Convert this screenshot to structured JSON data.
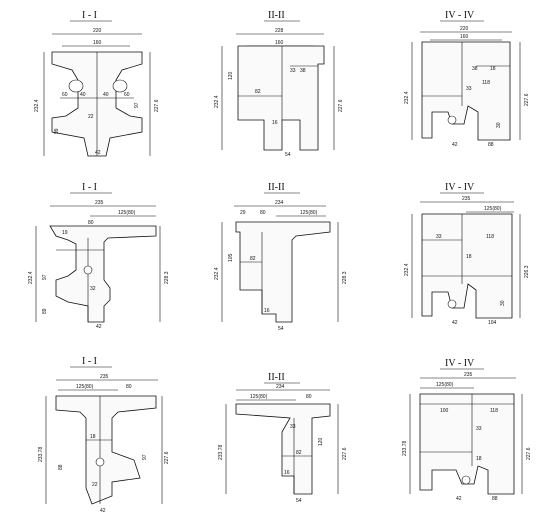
{
  "panels": [
    {
      "id": "p1",
      "title": "I - I",
      "dims": {
        "top": "220",
        "mid": "160",
        "left": "232.4",
        "right": "227.6",
        "a": "40",
        "b": "40",
        "c": "60",
        "d": "60",
        "e": "22",
        "f": "42",
        "g": "99",
        "h": "97"
      }
    },
    {
      "id": "p2",
      "title": "II-II",
      "dims": {
        "top": "228",
        "mid": "160",
        "left": "232.4",
        "right": "227.6",
        "a": "120",
        "b": "82",
        "c": "33",
        "d": "38",
        "e": "16",
        "f": "54"
      }
    },
    {
      "id": "p3",
      "title": "IV - IV",
      "dims": {
        "top": "220",
        "mid": "160",
        "left": "232.4",
        "right": "227.6",
        "a": "118",
        "b": "33",
        "c": "18",
        "d": "42",
        "e": "88",
        "f": "30",
        "g": "38"
      }
    },
    {
      "id": "p4",
      "title": "I - I",
      "dims": {
        "top": "235",
        "mid": "125(80)",
        "left": "232.4",
        "right": "228.3",
        "a": "80",
        "b": "97",
        "c": "89",
        "d": "42",
        "e": "32",
        "f": "19"
      }
    },
    {
      "id": "p5",
      "title": "II-II",
      "dims": {
        "top": "234",
        "mid": "125(80)",
        "left": "232.4",
        "right": "228.3",
        "a": "80",
        "b": "105",
        "c": "82",
        "d": "54",
        "e": "29",
        "f": "16"
      }
    },
    {
      "id": "p6",
      "title": "IV - IV",
      "dims": {
        "top": "235",
        "mid": "125(80)",
        "left": "232.4",
        "right": "226.3",
        "a": "118",
        "b": "33",
        "c": "18",
        "d": "42",
        "e": "104",
        "f": "30"
      }
    },
    {
      "id": "p7",
      "title": "I - I",
      "dims": {
        "top": "235",
        "mid": "125(80)",
        "left": "233.78",
        "right": "227.6",
        "a": "80",
        "b": "97",
        "c": "88",
        "d": "42",
        "e": "18",
        "f": "22"
      }
    },
    {
      "id": "p8",
      "title": "II-II",
      "dims": {
        "top": "234",
        "mid": "125(80)",
        "left": "233.78",
        "right": "227.6",
        "a": "80",
        "b": "120",
        "c": "82",
        "d": "54",
        "e": "33",
        "f": "16"
      }
    },
    {
      "id": "p9",
      "title": "IV - IV",
      "dims": {
        "top": "235",
        "mid": "125(80)",
        "left": "233.78",
        "right": "227.6",
        "a": "100",
        "b": "118",
        "c": "33",
        "d": "42",
        "e": "88",
        "f": "18"
      }
    }
  ]
}
